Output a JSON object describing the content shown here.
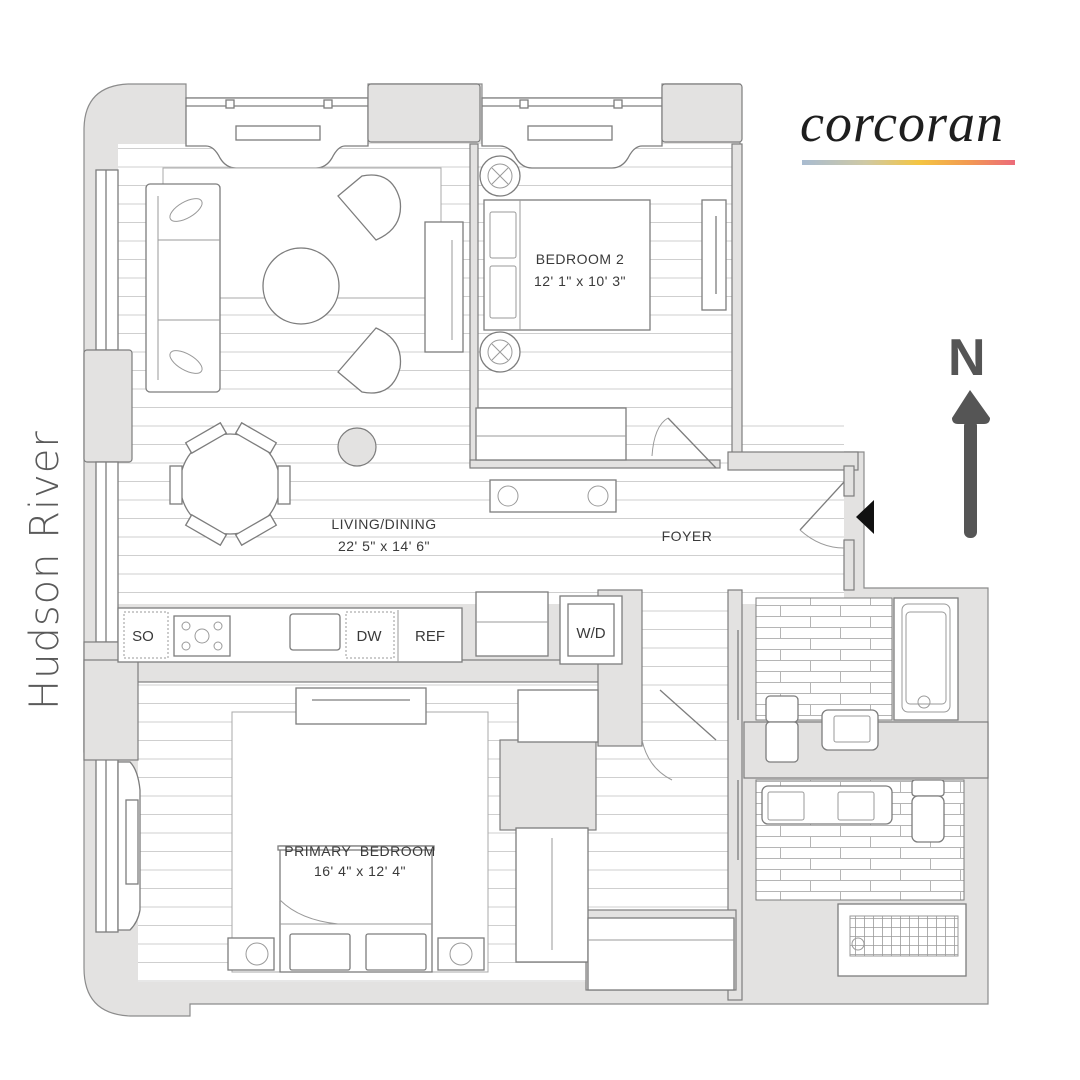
{
  "brand": {
    "name": "corcoran",
    "bar_gradient": [
      "#a9bcd1",
      "#f4c542",
      "#ec6b7a"
    ]
  },
  "orientation": {
    "north_label": "N",
    "arrow_color": "#555555"
  },
  "side_label": "Hudson River",
  "rooms": {
    "bedroom2": {
      "name": "BEDROOM 2",
      "dimensions": "12' 1\" x 10' 3\""
    },
    "living_dining": {
      "name": "LIVING/DINING",
      "dimensions": "22' 5\" x 14' 6\""
    },
    "foyer": {
      "name": "FOYER"
    },
    "primary_bedroom": {
      "name": "PRIMARY  BEDROOM",
      "dimensions": "16' 4\" x 12' 4\""
    }
  },
  "appliances": {
    "so": "SO",
    "dw": "DW",
    "ref": "REF",
    "wd": "W/D"
  },
  "colors": {
    "wall_fill": "#e3e2e1",
    "line": "#7d7d7d",
    "text": "#3a3a3a"
  }
}
